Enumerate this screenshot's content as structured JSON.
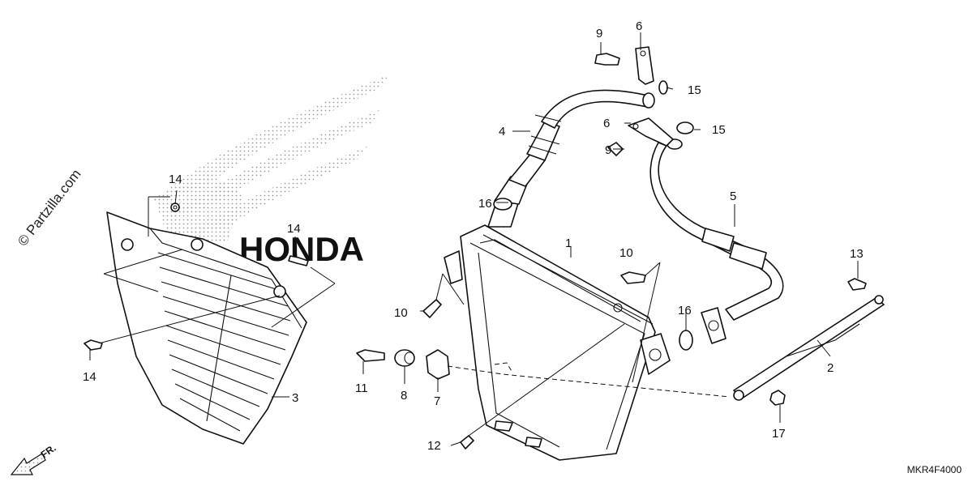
{
  "watermark": {
    "text": "© Partzilla.com",
    "brand_logo": "honda-wing-logo"
  },
  "diagram_code": "MKR4F4000",
  "direction_label": "FR.",
  "callouts": {
    "c1": "1",
    "c2": "2",
    "c3": "3",
    "c4": "4",
    "c5": "5",
    "c6a": "6",
    "c6b": "6",
    "c7": "7",
    "c8": "8",
    "c9a": "9",
    "c9b": "9",
    "c10a": "10",
    "c10b": "10",
    "c11": "11",
    "c12": "12",
    "c13": "13",
    "c14a": "14",
    "c14b": "14",
    "c14c": "14",
    "c15a": "15",
    "c15b": "15",
    "c16a": "16",
    "c16b": "16",
    "c17": "17"
  },
  "colors": {
    "line": "#111111",
    "logo_dots": "#9a9a9a",
    "background": "#ffffff"
  }
}
